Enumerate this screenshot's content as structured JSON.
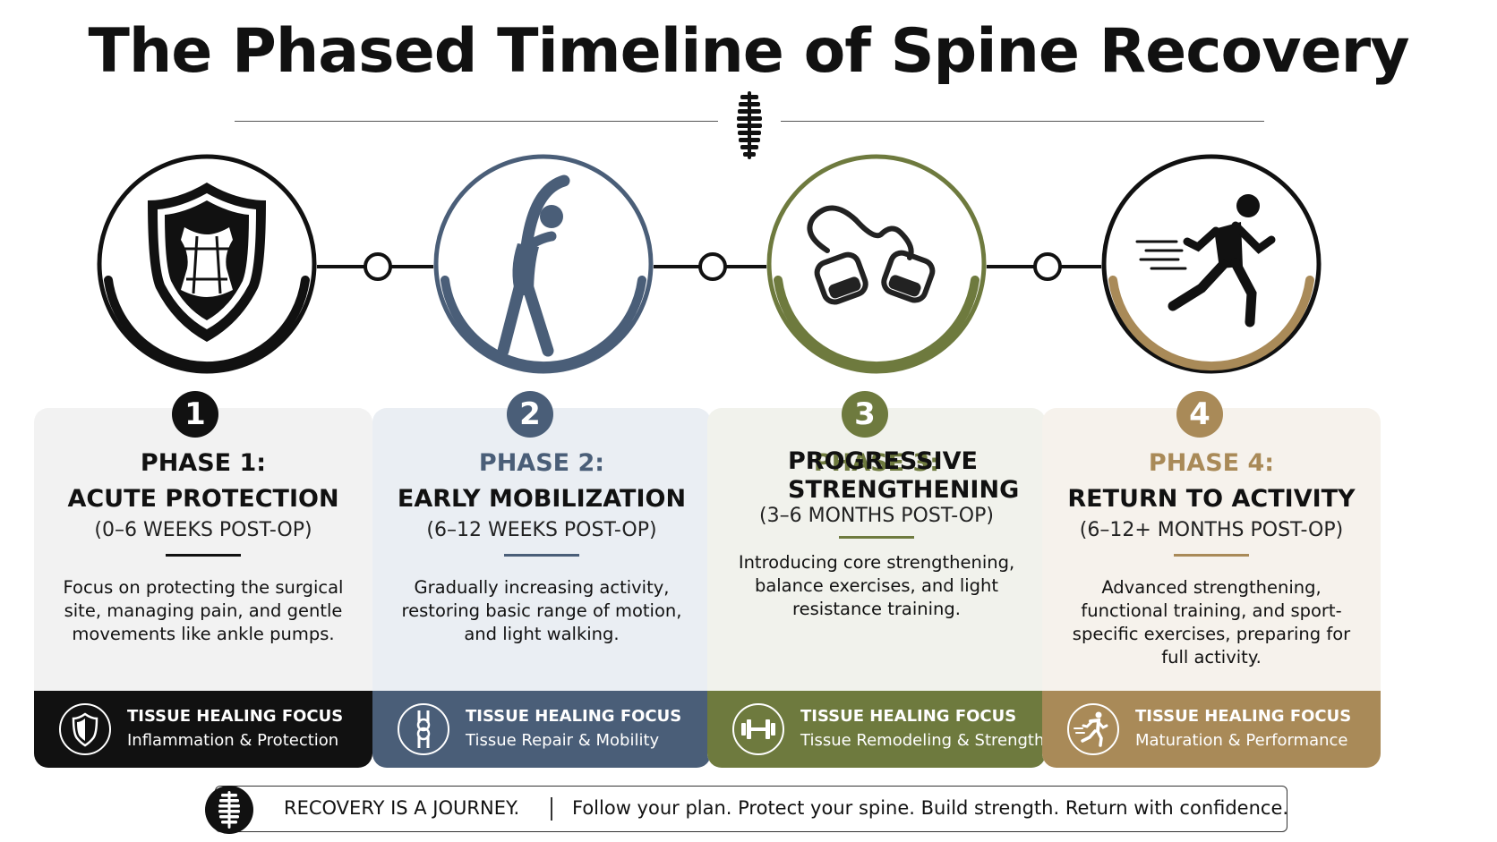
{
  "title": "The Phased Timeline of Spine Recovery",
  "colors": {
    "phase1": "#111111",
    "phase2": "#4a5e78",
    "phase3": "#6e7a3e",
    "phase4": "#a98a58"
  },
  "phases": [
    {
      "number": "1",
      "label": "PHASE 1:",
      "name": "ACUTE PROTECTION",
      "duration": "(0–6 WEEKS POST-OP)",
      "description": "Focus on protecting the surgical site, managing pain, and gentle movements like ankle pumps.",
      "icon": "shield-brace-icon",
      "focus_heading": "TISSUE HEALING FOCUS",
      "focus_text": "Inflammation & Protection",
      "focus_icon": "shield-icon"
    },
    {
      "number": "2",
      "label": "PHASE 2:",
      "name": "EARLY MOBILIZATION",
      "duration": "(6–12 WEEKS POST-OP)",
      "description": "Gradually increasing activity, restoring basic range of motion, and light walking.",
      "icon": "stretching-person-icon",
      "focus_heading": "TISSUE HEALING FOCUS",
      "focus_text": "Tissue Repair & Mobility",
      "focus_icon": "joint-icon"
    },
    {
      "number": "3",
      "label": "PHASE 3:",
      "name": "PROGRESSIVE STRENGTHENING",
      "duration": "(3–6 MONTHS POST-OP)",
      "description": "Introducing core strengthening, balance exercises, and light resistance training.",
      "icon": "resistance-band-icon",
      "focus_heading": "TISSUE HEALING FOCUS",
      "focus_text": "Tissue Remodeling & Strength",
      "focus_icon": "dumbbell-icon"
    },
    {
      "number": "4",
      "label": "PHASE 4:",
      "name": "RETURN TO ACTIVITY",
      "duration": "(6–12+ MONTHS POST-OP)",
      "description": "Advanced strengthening, functional training, and sport-specific exercises, preparing for full activity.",
      "icon": "running-person-icon",
      "focus_heading": "TISSUE HEALING FOCUS",
      "focus_text": "Maturation & Performance",
      "focus_icon": "runner-icon"
    }
  ],
  "banner": {
    "left": "RECOVERY IS A JOURNEY.",
    "right": "Follow your plan. Protect your spine. Build strength. Return with confidence.",
    "icon": "spine-icon"
  }
}
